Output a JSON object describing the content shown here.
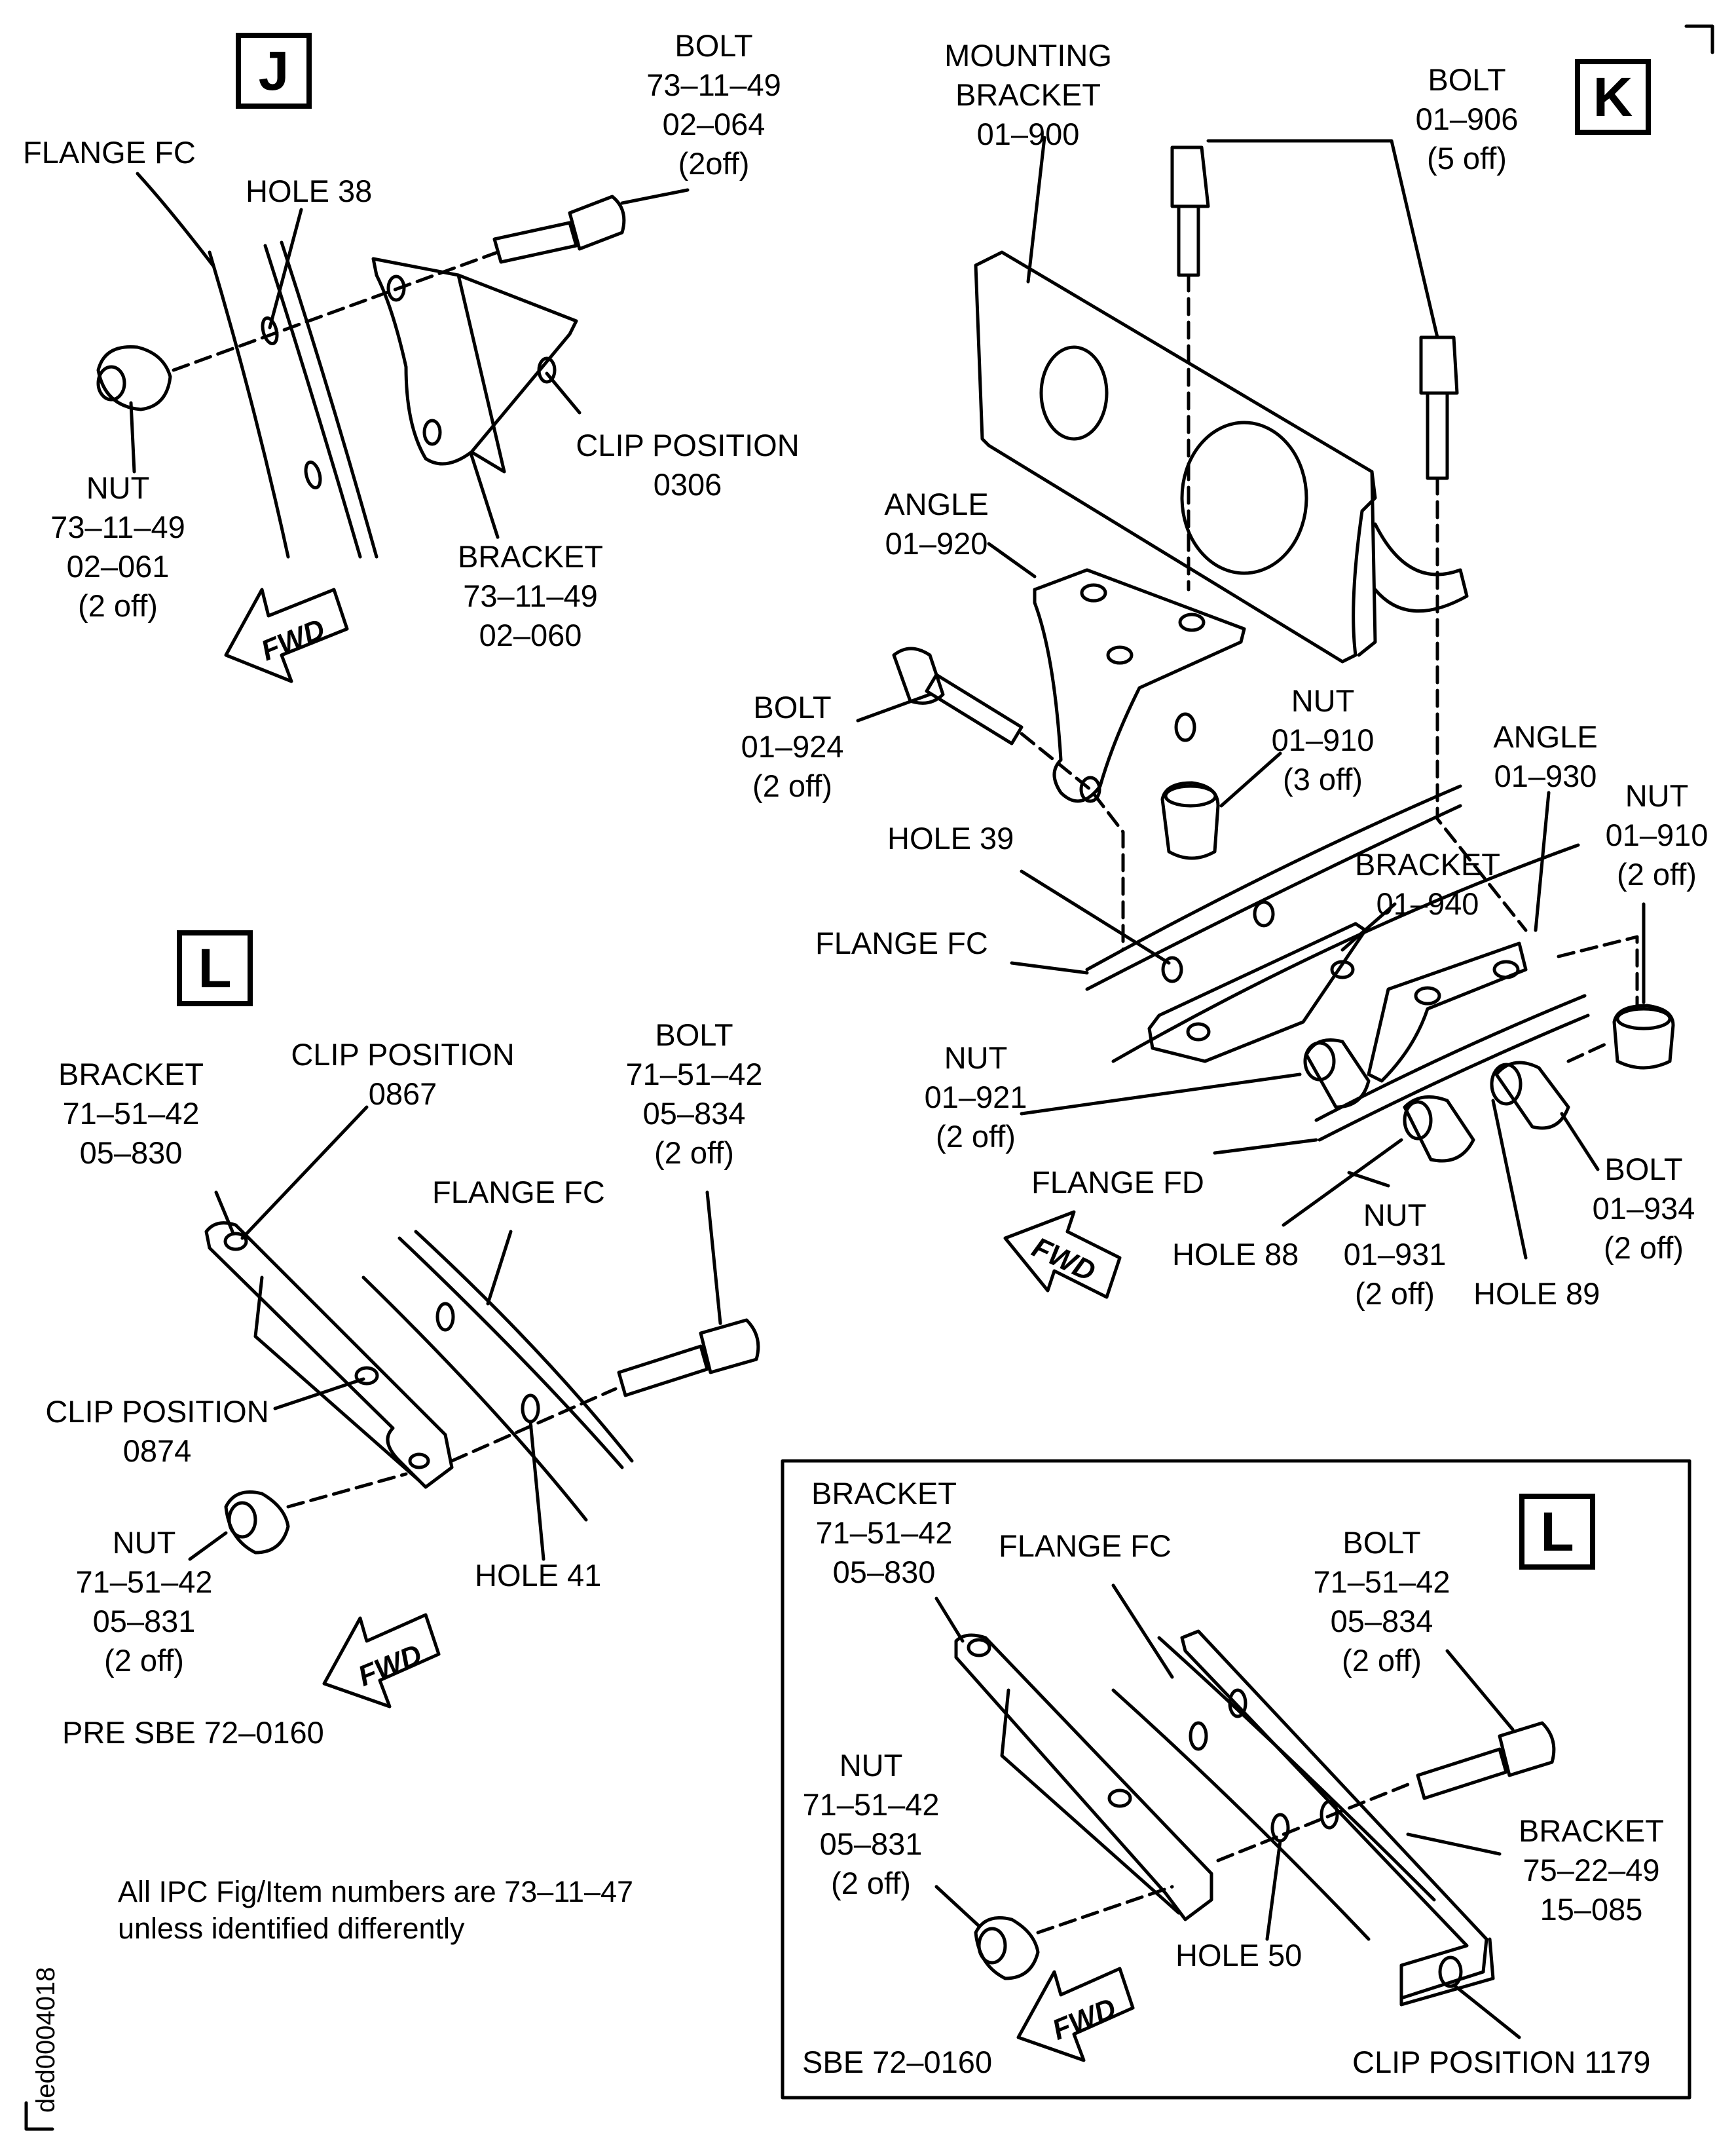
{
  "views": {
    "J": {
      "letter": "J",
      "bolt": [
        "BOLT",
        "73–11–49",
        "02–064",
        "(2off)"
      ],
      "flange": "FLANGE FC",
      "hole": "HOLE 38",
      "clip": [
        "CLIP POSITION",
        "0306"
      ],
      "nut": [
        "NUT",
        "73–11–49",
        "02–061",
        "(2 off)"
      ],
      "bracket": [
        "BRACKET",
        "73–11–49",
        "02–060"
      ],
      "fwd": "FWD"
    },
    "K": {
      "letter": "K",
      "mounting_bracket": [
        "MOUNTING",
        "BRACKET",
        "01–900"
      ],
      "bolt_906": [
        "BOLT",
        "01–906",
        "(5 off)"
      ],
      "angle_920": [
        "ANGLE",
        "01–920"
      ],
      "bolt_924": [
        "BOLT",
        "01–924",
        "(2 off)"
      ],
      "nut_910_a": [
        "NUT",
        "01–910",
        "(3 off)"
      ],
      "angle_930": [
        "ANGLE",
        "01–930"
      ],
      "nut_910_b": [
        "NUT",
        "01–910",
        "(2 off)"
      ],
      "hole_39": "HOLE 39",
      "bracket_940": [
        "BRACKET",
        "01–940"
      ],
      "flange_fc": "FLANGE FC",
      "nut_921": [
        "NUT",
        "01–921",
        "(2 off)"
      ],
      "flange_fd": "FLANGE FD",
      "bolt_934": [
        "BOLT",
        "01–934",
        "(2 off)"
      ],
      "hole_88": "HOLE 88",
      "nut_931": [
        "NUT",
        "01–931",
        "(2 off)"
      ],
      "hole_89": "HOLE 89",
      "fwd": "FWD"
    },
    "L_pre": {
      "letter": "L",
      "bracket": [
        "BRACKET",
        "71–51–42",
        "05–830"
      ],
      "clip_0867": [
        "CLIP POSITION",
        "0867"
      ],
      "bolt": [
        "BOLT",
        "71–51–42",
        "05–834",
        "(2 off)"
      ],
      "flange": "FLANGE FC",
      "clip_0874": [
        "CLIP POSITION",
        "0874"
      ],
      "nut": [
        "NUT",
        "71–51–42",
        "05–831",
        "(2 off)"
      ],
      "hole": "HOLE 41",
      "fwd": "FWD",
      "caption": "PRE SBE 72–0160"
    },
    "L_post": {
      "letter": "L",
      "bracket_830": [
        "BRACKET",
        "71–51–42",
        "05–830"
      ],
      "flange": "FLANGE FC",
      "bolt": [
        "BOLT",
        "71–51–42",
        "05–834",
        "(2 off)"
      ],
      "nut": [
        "NUT",
        "71–51–42",
        "05–831",
        "(2 off)"
      ],
      "bracket_085": [
        "BRACKET",
        "75–22–49",
        "15–085"
      ],
      "hole": "HOLE 50",
      "clip": "CLIP POSITION 1179",
      "fwd": "FWD",
      "caption": "SBE 72–0160"
    }
  },
  "note": [
    "All IPC Fig/Item numbers are 73–11–47",
    "unless identified differently"
  ],
  "doc_id": "ded0004018",
  "colors": {
    "ink": "#000000",
    "paper": "#ffffff"
  }
}
